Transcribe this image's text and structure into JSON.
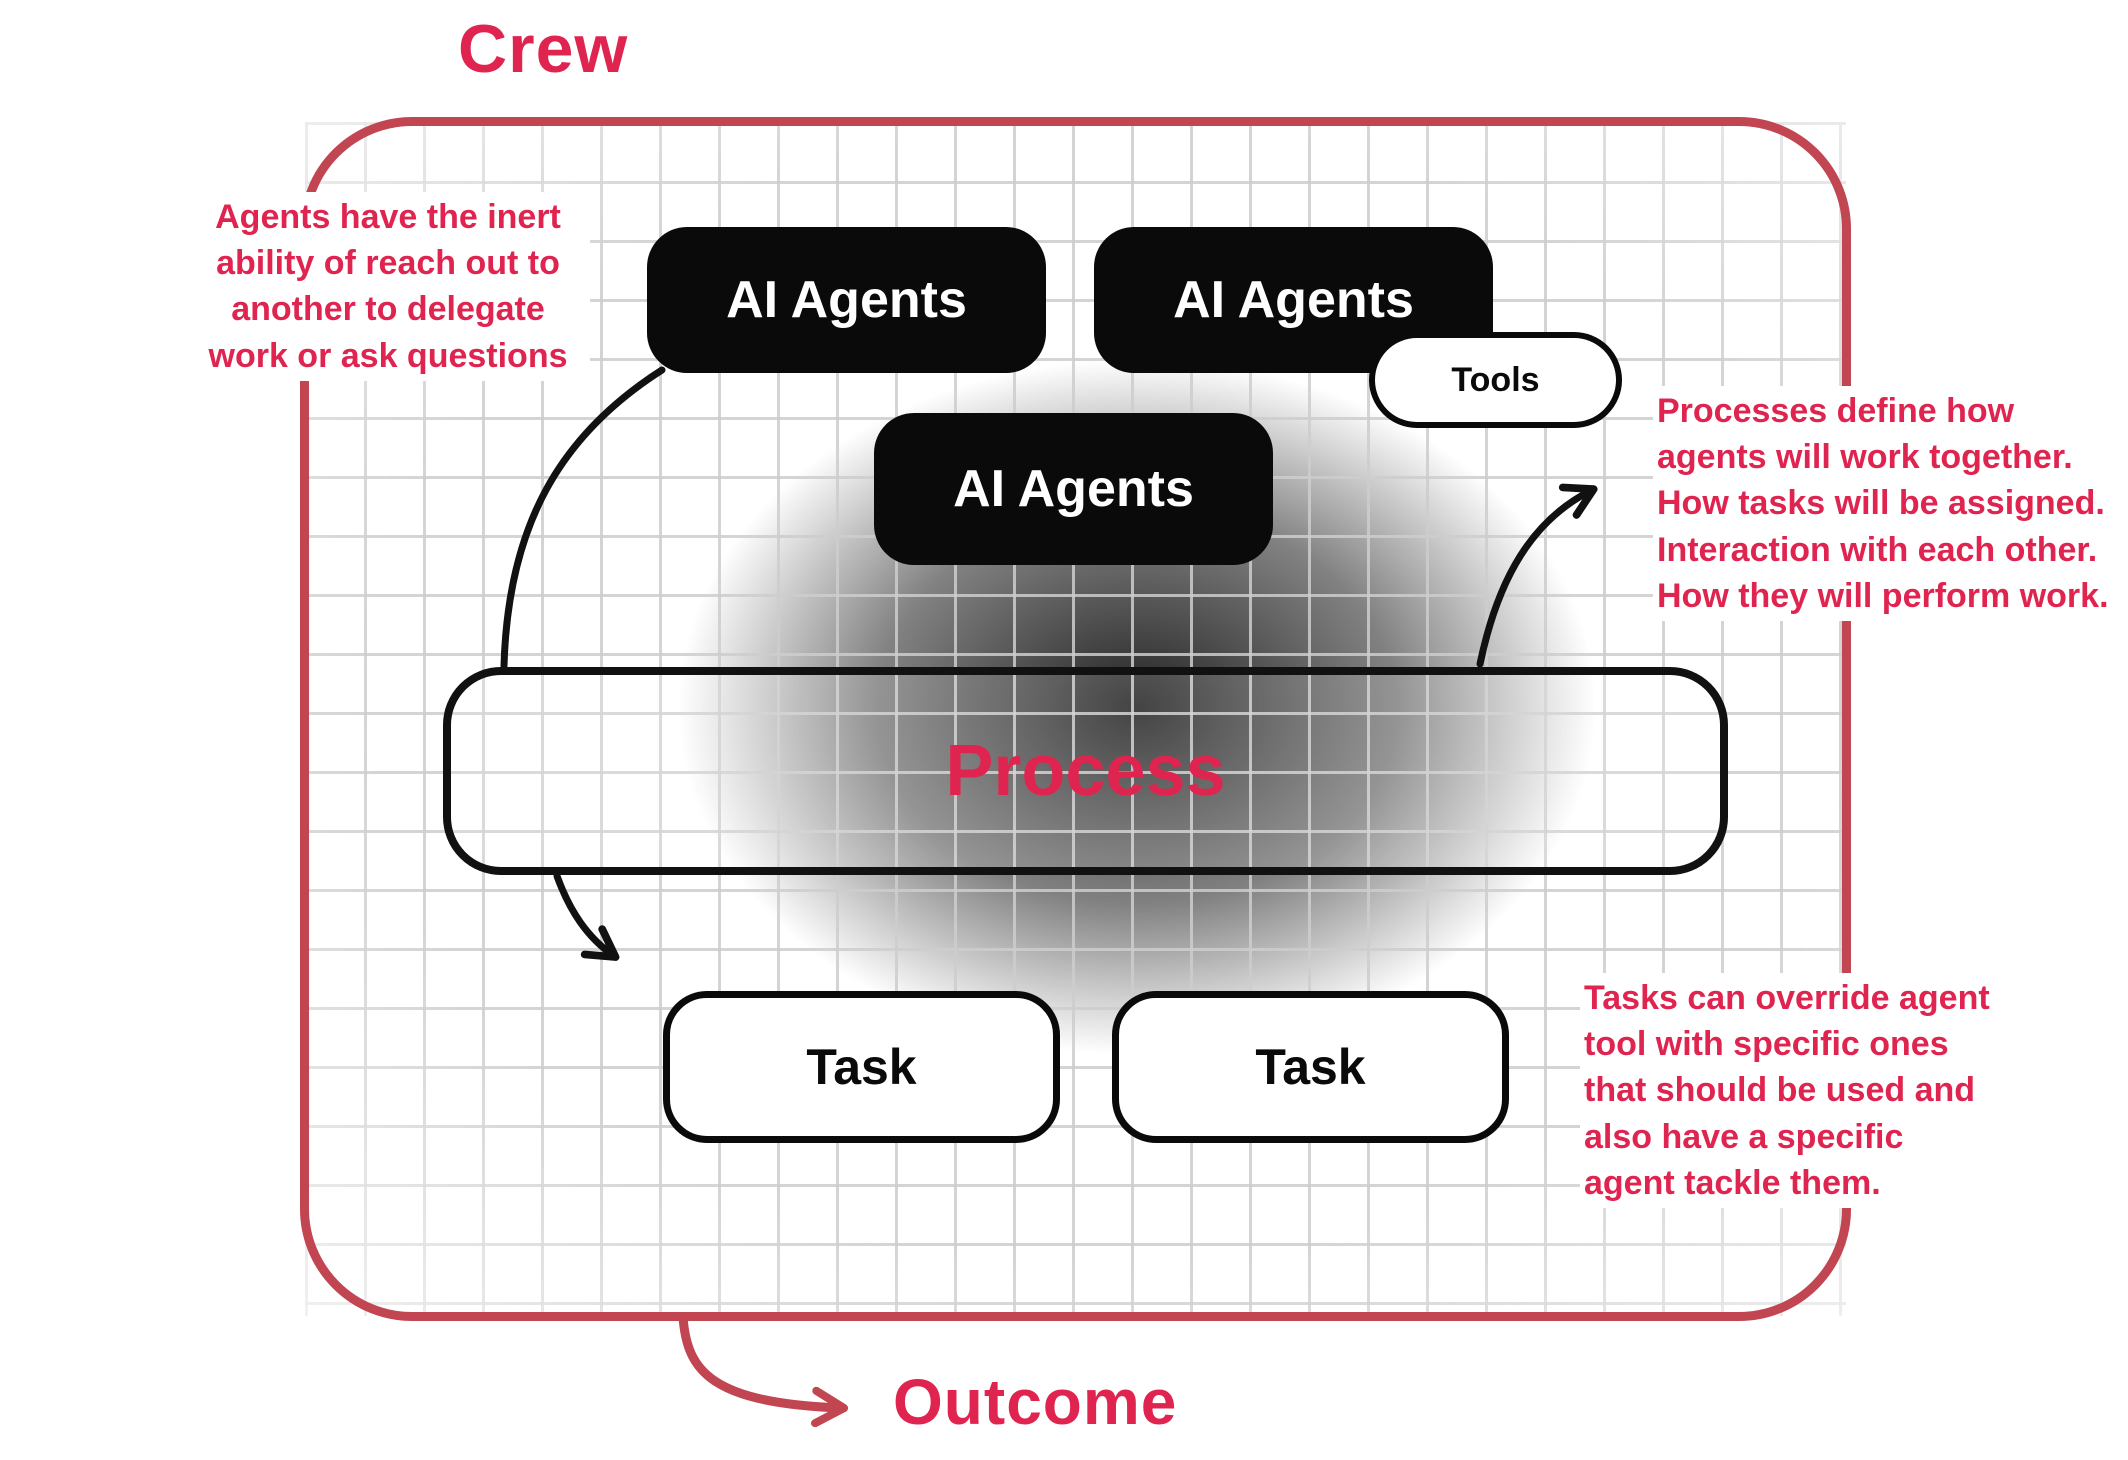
{
  "title": "Crew",
  "outcome_label": "Outcome",
  "colors": {
    "accent_text": "#E02450",
    "border_red": "#C24552",
    "box_black": "#0A0A0A",
    "grid_line": "#CDCDCD"
  },
  "nodes": {
    "agents": [
      "AI Agents",
      "AI Agents",
      "AI Agents"
    ],
    "tools_label": "Tools",
    "process_label": "Process",
    "tasks": [
      "Task",
      "Task"
    ]
  },
  "annotations": {
    "left_lines": [
      "Agents have the inert",
      "ability of reach out to",
      "another to delegate",
      "work or ask questions"
    ],
    "right_top_lines": [
      "Processes define how",
      "agents will work together.",
      "How tasks will be assigned.",
      "Interaction with each other.",
      "How they will perform work."
    ],
    "right_bottom_lines": [
      "Tasks can override agent",
      "tool with specific ones",
      "that should be used and",
      "also have a specific",
      "agent tackle them."
    ]
  }
}
